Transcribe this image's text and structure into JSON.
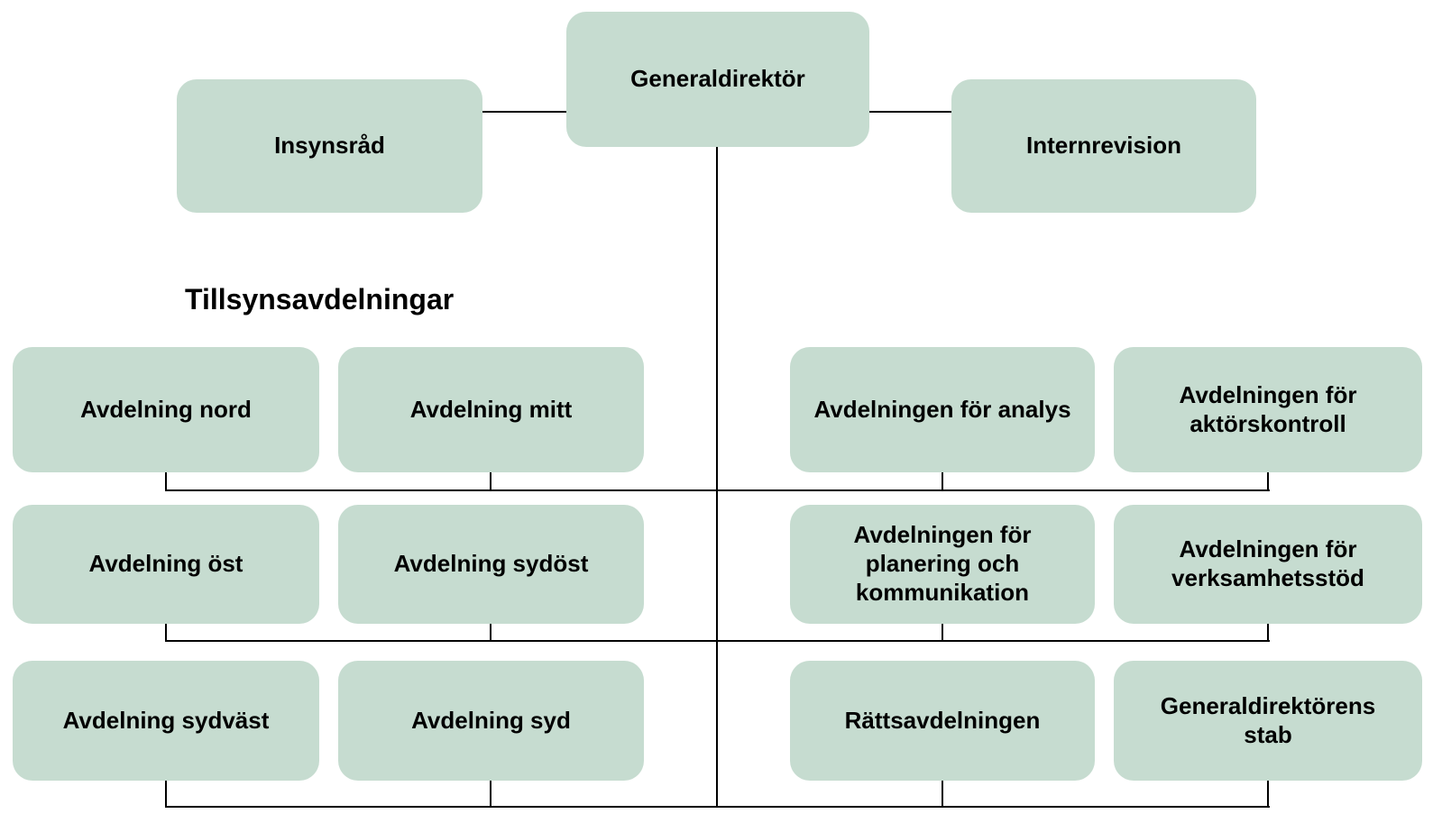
{
  "org_chart": {
    "root": {
      "label": "Generaldirektör"
    },
    "advisory_left": {
      "label": "Insynsråd"
    },
    "advisory_right": {
      "label": "Internrevision"
    },
    "section_heading": "Tillsynsavdelningar",
    "supervision_departments": [
      {
        "label": "Avdelning nord"
      },
      {
        "label": "Avdelning mitt"
      },
      {
        "label": "Avdelning öst"
      },
      {
        "label": "Avdelning sydöst"
      },
      {
        "label": "Avdelning sydväst"
      },
      {
        "label": "Avdelning syd"
      }
    ],
    "central_departments": [
      {
        "label": "Avdelningen för analys"
      },
      {
        "label": "Avdelningen för\naktörskontroll"
      },
      {
        "label": "Avdelningen för\nplanering och\nkommunikation"
      },
      {
        "label": "Avdelningen för\nverksamhetsstöd"
      },
      {
        "label": "Rättsavdelningen"
      },
      {
        "label": "Generaldirektörens\nstab"
      }
    ],
    "colors": {
      "box_fill": "#c6dcd0",
      "connector": "#000000",
      "text": "#000000",
      "background": "#ffffff"
    }
  }
}
